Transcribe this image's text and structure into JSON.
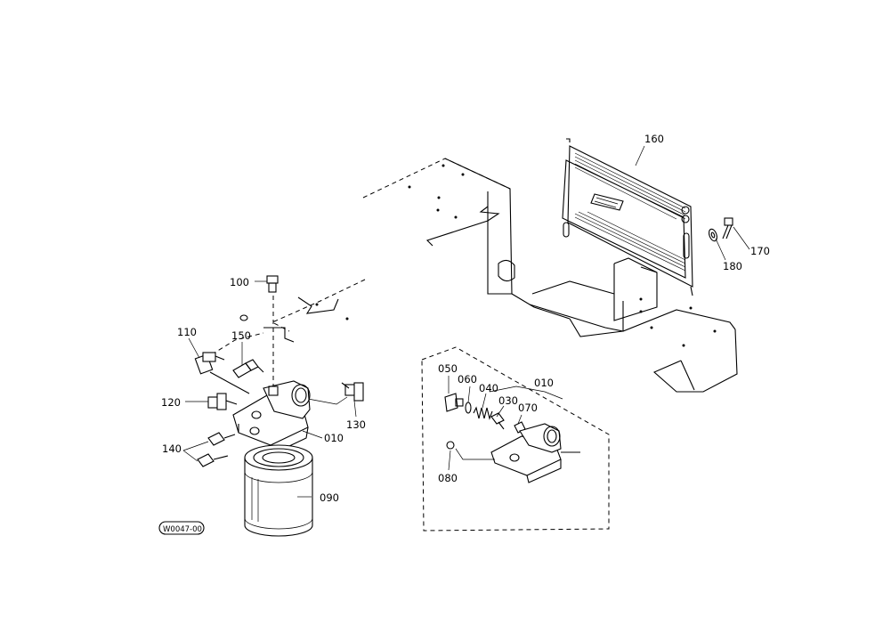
{
  "parts": {
    "p010_main": "010",
    "p010_kit": "010",
    "p030": "030",
    "p040": "040",
    "p050": "050",
    "p060": "060",
    "p070": "070",
    "p080": "080",
    "p090": "090",
    "p100": "100",
    "p110": "110",
    "p120": "120",
    "p130": "130",
    "p140": "140",
    "p150": "150",
    "p160": "160",
    "p170": "170",
    "p180": "180"
  },
  "drawing_code": "W0047-00"
}
